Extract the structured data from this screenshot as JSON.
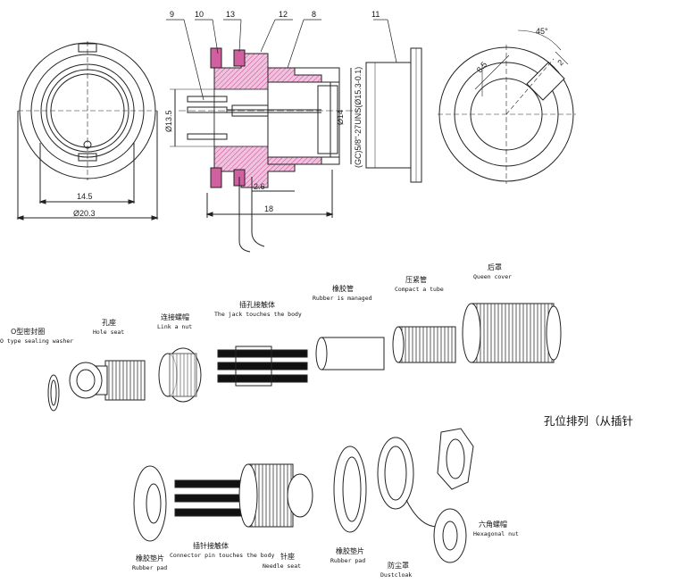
{
  "technical_drawing": {
    "callouts": [
      "9",
      "10",
      "13",
      "12",
      "8",
      "11"
    ],
    "dimensions": {
      "d135": "Ø13.5",
      "d14": "Ø14",
      "thread": "(GC)5/8\"-27UNS(Ø15.3-0.1)",
      "d26": "2.6",
      "d18": "18",
      "d145": "14.5",
      "d203": "Ø20.3",
      "d85": "8.5",
      "d2": "2",
      "angle": "45°"
    }
  },
  "exploded_top": {
    "o_ring": {
      "cn": "O型密封圈",
      "en": "O type sealing washer"
    },
    "hole_seat": {
      "cn": "孔座",
      "en": "Hole seat"
    },
    "link_nut": {
      "cn": "连接螺帽",
      "en": "Link a nut"
    },
    "jack_body": {
      "cn": "插孔接触体",
      "en": "The jack touches the body"
    },
    "rubber_tube": {
      "cn": "橡胶管",
      "en": "Rubber is managed"
    },
    "compact_tube": {
      "cn": "压紧管",
      "en": "Compact a tube"
    },
    "queen_cover": {
      "cn": "后罩",
      "en": "Queen cover"
    }
  },
  "side_note": "孔位排列（从插针",
  "exploded_bottom": {
    "rubber_pad_left": {
      "cn": "橡胶垫片",
      "en": "Rubber pad"
    },
    "pin_body": {
      "cn": "插针接触体",
      "en": "Connector pin touches the body"
    },
    "needle_seat": {
      "cn": "针座",
      "en": "Needle seat"
    },
    "rubber_pad_right": {
      "cn": "橡胶垫片",
      "en": "Rubber pad"
    },
    "dustcloak": {
      "cn": "防尘罩",
      "en": "Dustcloak"
    },
    "hex_nut": {
      "cn": "六角螺帽",
      "en": "Hexagonal nut"
    }
  },
  "colors": {
    "section_hatch": "#e9a6cf",
    "section_dark": "#c9488f",
    "line": "#222222"
  }
}
